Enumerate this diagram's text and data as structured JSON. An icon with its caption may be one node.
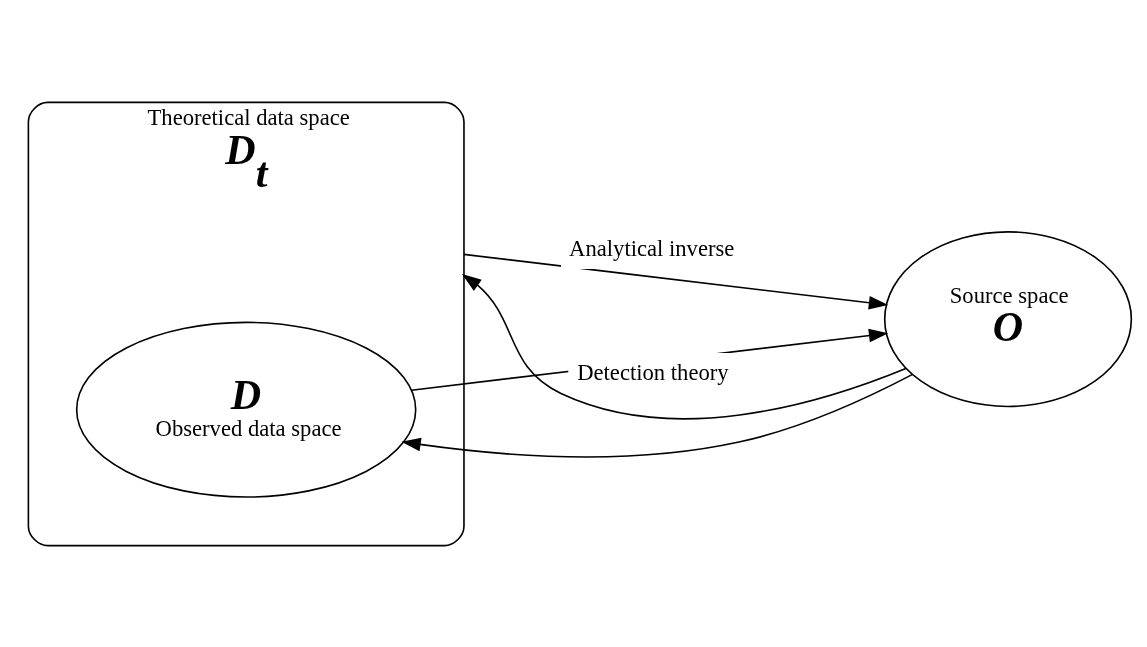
{
  "diagram": {
    "nodes": [
      {
        "text": [
          "Theoretical data space",
          "D$_{t}$"
        ]
      },
      {
        "text": [
          "D",
          "Observed data space"
        ],
        "in": 0
      },
      {
        "text": [
          "Source space",
          "O"
        ]
      }
    ],
    "edges": [
      {
        "from": 2,
        "to": 0,
        "arrow": "to",
        "label": "Detection theory"
      },
      {
        "from": 2,
        "to": 1,
        "arrow": "to"
      },
      {
        "from": 1,
        "to": 2,
        "arrow": "to"
      },
      {
        "from": 0,
        "to": 2,
        "arrow": "to",
        "label": "Analytical inverse"
      }
    ]
  }
}
